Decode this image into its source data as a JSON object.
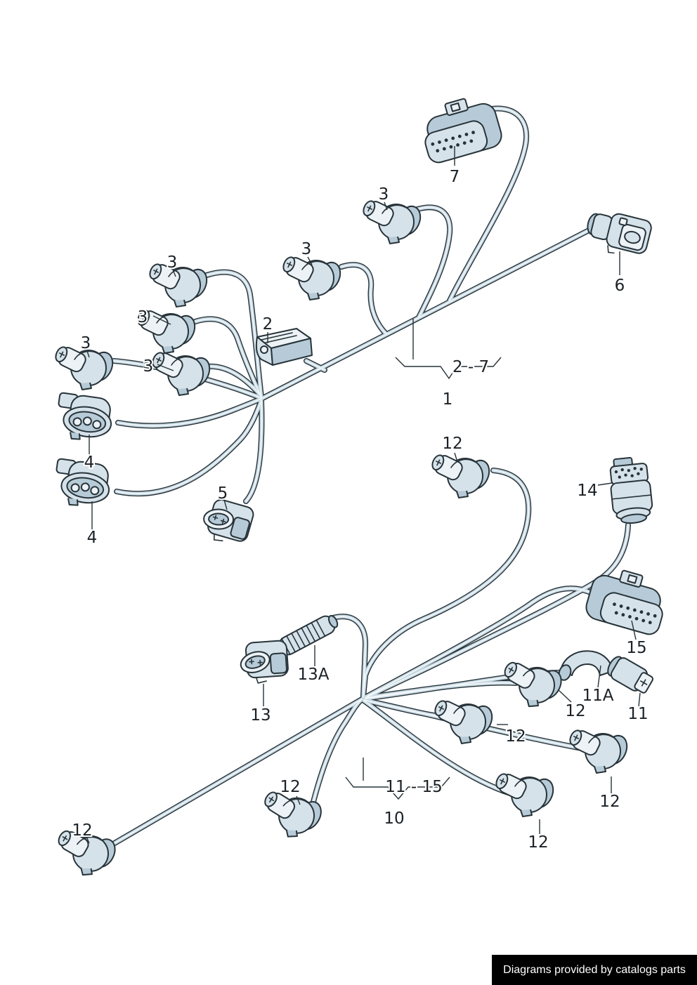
{
  "callouts": {
    "1": "1",
    "2": "2",
    "3": "3",
    "4": "4",
    "5": "5",
    "6": "6",
    "7": "7",
    "10": "10",
    "11": "11",
    "11A": "11A",
    "12": "12",
    "13": "13",
    "13A": "13A",
    "14": "14",
    "15": "15",
    "range_2_7": "2 - 7",
    "range_11_15": "11 - 15"
  },
  "harnesses": [
    {
      "callout": "1",
      "includes": "2 - 7"
    },
    {
      "callout": "10",
      "includes": "11 - 15"
    }
  ],
  "footer": {
    "text": "Diagrams provided by catalogs parts"
  },
  "colors": {
    "outline": "#273339",
    "wire_fill": "#c7d8e2",
    "connector_light": "#d6e2e9",
    "connector_mid": "#b6cbd7",
    "label": "#1b2126",
    "footer_bg": "#000000",
    "footer_text": "#ffffff"
  }
}
